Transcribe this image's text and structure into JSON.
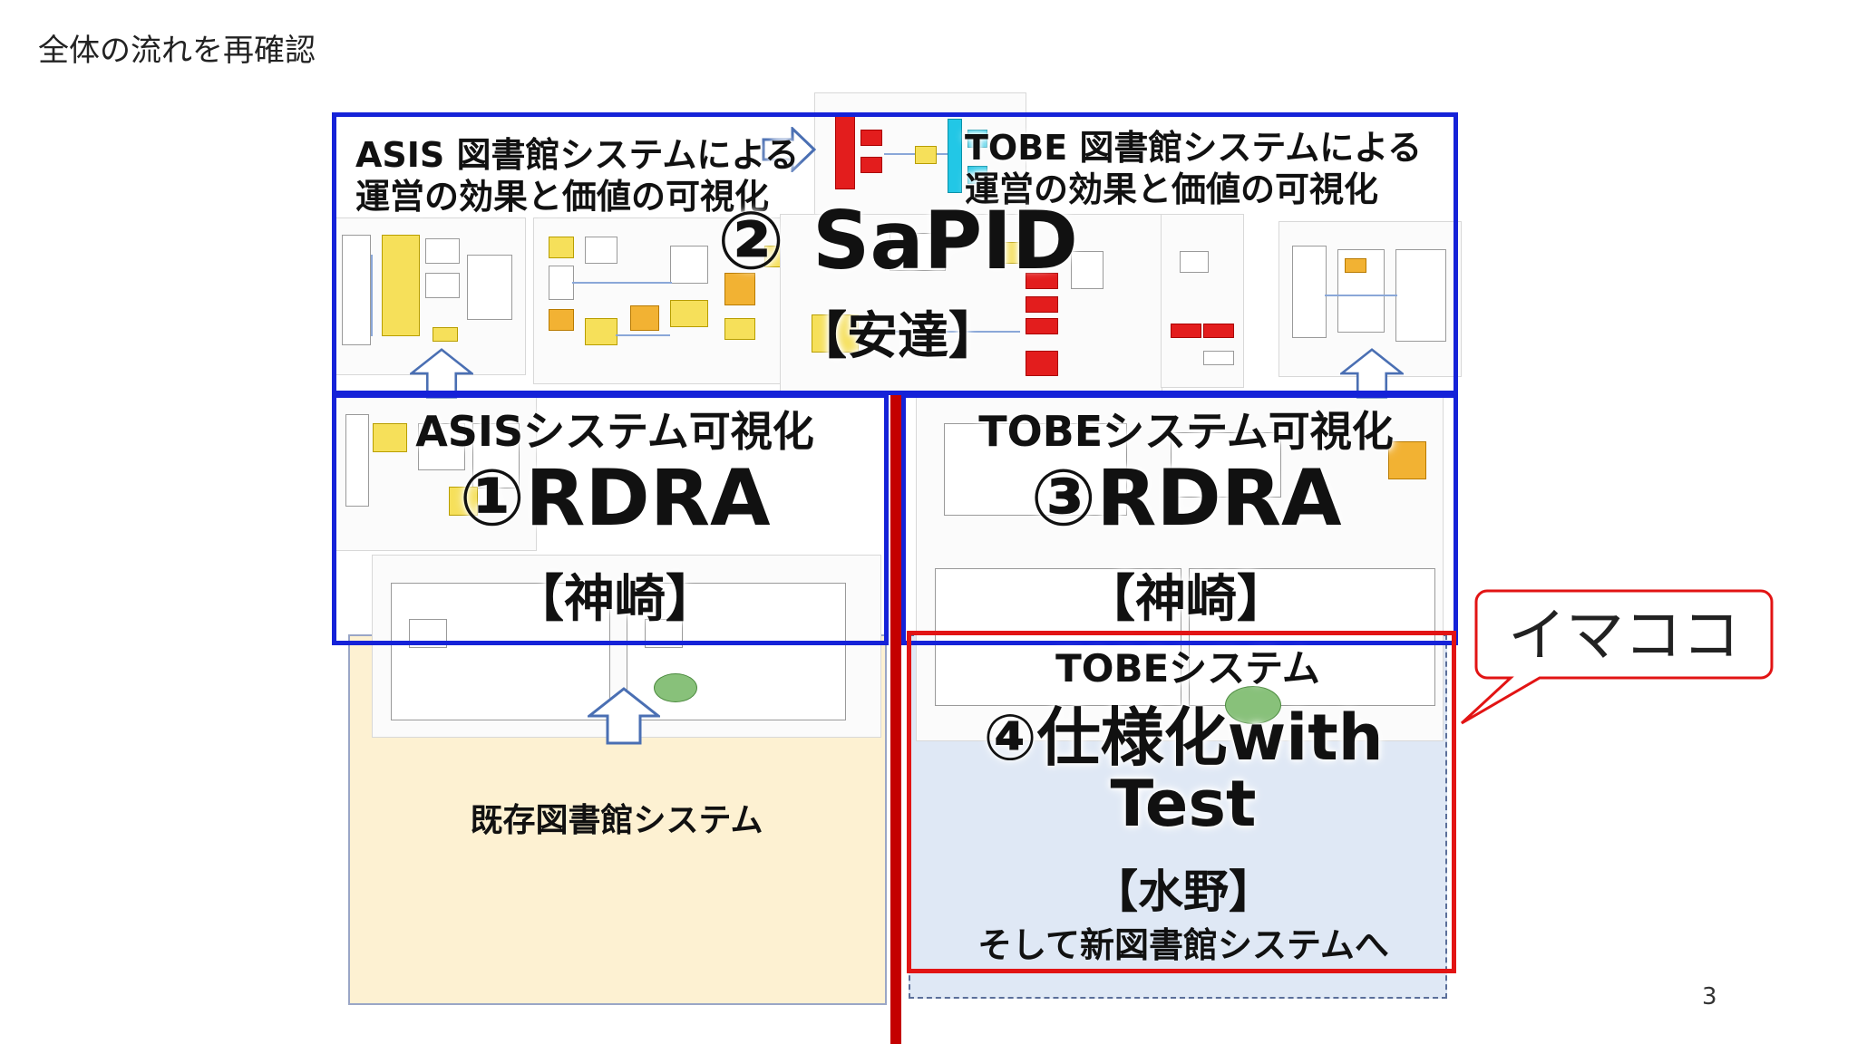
{
  "slide": {
    "title": "全体の流れを再確認",
    "page_number": "3"
  },
  "sapid": {
    "asis_heading_line1": "ASIS 図書館システムによる",
    "asis_heading_line2": "運営の効果と価値の可視化",
    "tobe_heading_line1": "TOBE 図書館システムによる",
    "tobe_heading_line2": "運営の効果と価値の可視化",
    "step": "② SaPID",
    "owner": "【安達】"
  },
  "asis_rdra": {
    "heading": "ASISシステム可視化",
    "step": "①RDRA",
    "owner": "【神崎】"
  },
  "tobe_rdra": {
    "heading": "TOBEシステム可視化",
    "step": "③RDRA",
    "owner": "【神崎】"
  },
  "existing_system": {
    "label": "既存図書館システム"
  },
  "spec": {
    "heading": "TOBEシステム",
    "step_line1": "④仕様化with",
    "step_line2": "Test",
    "owner": "【水野】",
    "footer": "そして新図書館システムへ"
  },
  "callout": {
    "text": "イマココ"
  },
  "colors": {
    "blue_frame": "#1522d8",
    "red_frame": "#e21414",
    "asis_panel": "#fdf1d2",
    "tobe_panel": "#dfe8f5"
  }
}
